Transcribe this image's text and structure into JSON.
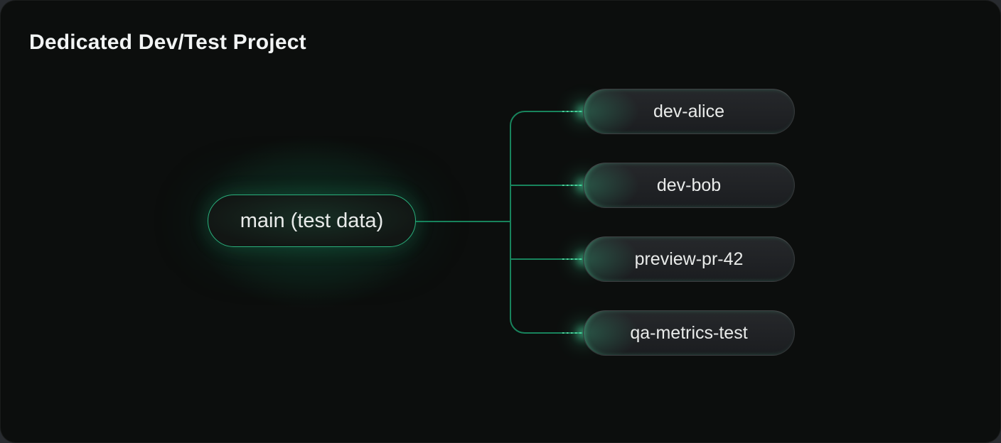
{
  "card": {
    "title": "Dedicated Dev/Test Project"
  },
  "colors": {
    "outer_bg": "#282b2f",
    "card_bg": "#0c0e0d",
    "connector_green": "#18835c",
    "accent_green": "#2aaf7c",
    "junction_glow": "#4ae0a5",
    "node_fill_top": "#26282b",
    "node_fill_bottom": "#1b1d20",
    "title_text": "#f2f4f4",
    "node_text": "#e9ebea"
  },
  "tree": {
    "root": {
      "label": "main (test data)"
    },
    "branches": [
      {
        "label": "dev-alice"
      },
      {
        "label": "dev-bob"
      },
      {
        "label": "preview-pr-42"
      },
      {
        "label": "qa-metrics-test"
      }
    ]
  }
}
